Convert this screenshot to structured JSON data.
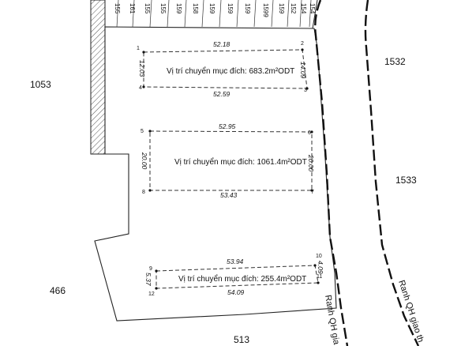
{
  "parcels": {
    "p1053": "1053",
    "p1532": "1532",
    "p1533": "1533",
    "p466": "466",
    "p513": "513"
  },
  "top_strip_numbers": [
    "155",
    "161",
    "155",
    "155",
    "159",
    "158",
    "159",
    "159",
    "159",
    "1599",
    "159",
    "152",
    "154",
    "154"
  ],
  "zones": [
    {
      "label": "Vị trí chuyển mục đích: 683.2m²ODT",
      "dims": {
        "top": "52.18",
        "bottom": "52.59",
        "left": "12.03",
        "right": "14.09"
      },
      "vertices": [
        "1",
        "2",
        "3",
        "4"
      ]
    },
    {
      "label": "Vị trí chuyển mục đích: 1061.4m²ODT",
      "dims": {
        "top": "52.95",
        "bottom": "53.43",
        "left": "20.00",
        "right": "20.00"
      },
      "vertices": [
        "5",
        "6",
        "7",
        "8"
      ]
    },
    {
      "label": "Vị trí chuyển mục đích: 255.4m²ODT",
      "dims": {
        "top": "53.94",
        "bottom": "54.09",
        "left": "5.37",
        "right": "4.09"
      },
      "vertices": [
        "9",
        "10",
        "11",
        "12"
      ]
    }
  ],
  "boundary_labels": {
    "left_line": "Ranh QH gia",
    "right_line": "Ranh QH giao th"
  }
}
